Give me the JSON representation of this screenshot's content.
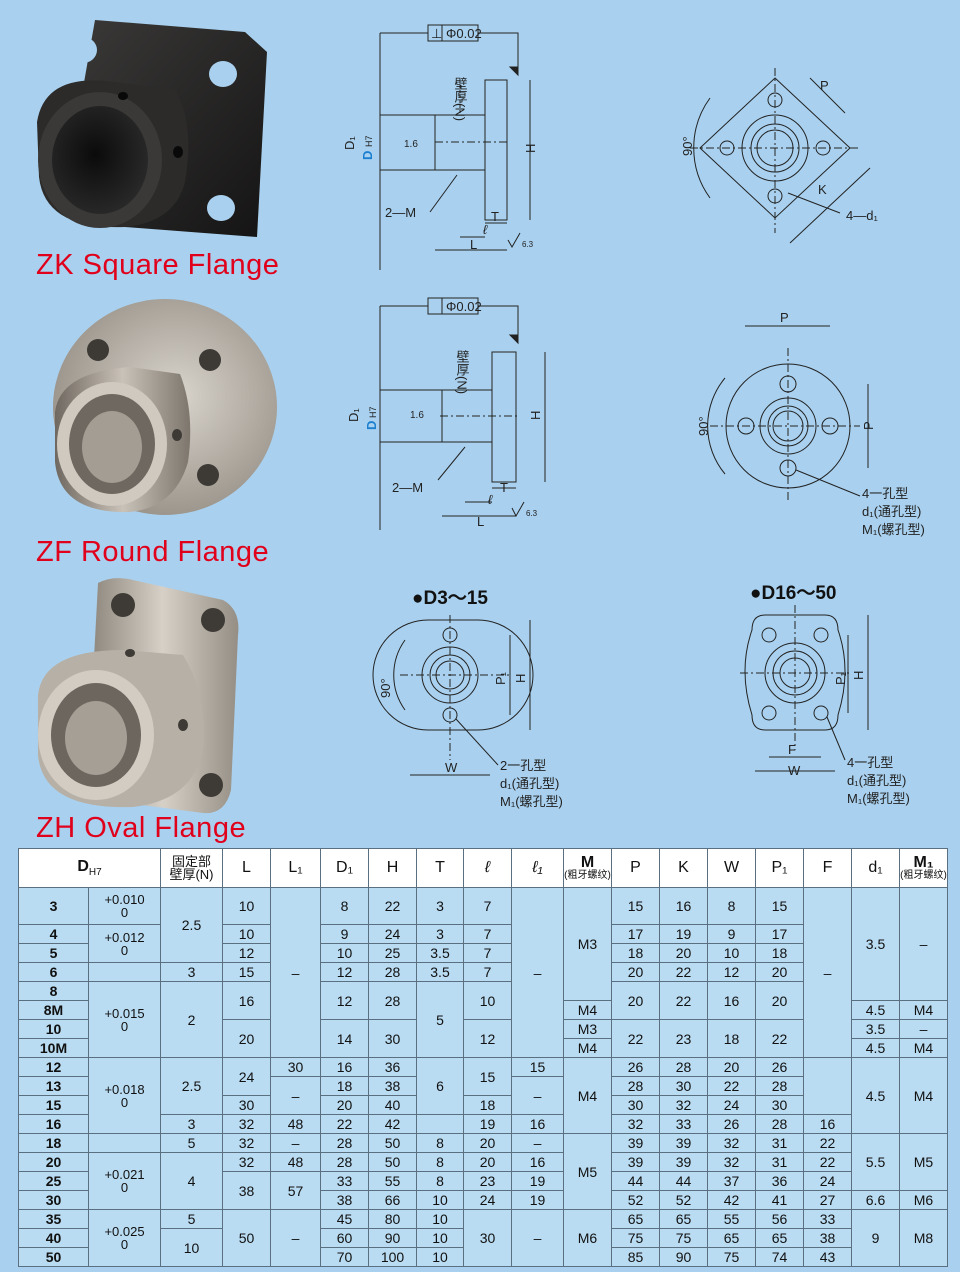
{
  "labels": {
    "zk": "ZK Square Flange",
    "zf": "ZF Round Flange",
    "zh": "ZH Oval Flange"
  },
  "drawing1": {
    "perp": "⊥",
    "phi": "Φ0.02",
    "wall": "壁厚(N)",
    "d1": "D₁",
    "dh7": "D",
    "h7": "H7",
    "r16": "1.6",
    "h": "H",
    "m": "2—M",
    "t": "T",
    "l_small": "ℓ",
    "l": "L",
    "finish": "√",
    "finish_val": "6.3",
    "p": "P",
    "k": "K",
    "angle": "90°",
    "holes": "4—d₁"
  },
  "drawing2": {
    "phi": "Φ0.02",
    "wall": "壁厚(N)",
    "d1": "D₁",
    "dh7": "D",
    "h7": "H7",
    "r16": "1.6",
    "h": "H",
    "m": "2—M",
    "t": "T",
    "l_small": "ℓ",
    "l": "L",
    "finish_val": "6.3",
    "p_top": "P",
    "p_side": "P",
    "angle": "90°",
    "hole_type": "4一孔型",
    "through": "d₁(通孔型)",
    "thread": "M₁(螺孔型)"
  },
  "drawing3": {
    "title_left": "●D3～15",
    "title_right": "●D16～50",
    "angle": "90°",
    "p1": "P₁",
    "h": "H",
    "w": "W",
    "f": "F",
    "left_hole_type": "2一孔型",
    "left_through": "d₁(通孔型)",
    "left_thread": "M₁(螺孔型)",
    "right_hole_type": "4一孔型",
    "right_through": "d₁(通孔型)",
    "right_thread": "M₁(螺孔型)"
  },
  "table": {
    "headers": {
      "d_main": "D",
      "d_sub": "H7",
      "wall1": "固定部",
      "wall2": "壁厚(N)",
      "L": "L",
      "L1": "L₁",
      "D1": "D₁",
      "H": "H",
      "T": "T",
      "l": "ℓ",
      "l1": "ℓ₁",
      "M": "M",
      "M_sub": "(粗牙螺纹)",
      "P": "P",
      "K": "K",
      "W": "W",
      "P1": "P₁",
      "F": "F",
      "d1": "d₁",
      "M1": "M₁",
      "M1_sub": "(粗牙螺纹)"
    },
    "d": [
      "3",
      "4",
      "5",
      "6",
      "8",
      "8M",
      "10",
      "10M",
      "12",
      "13",
      "15",
      "16",
      "18",
      "20",
      "25",
      "30",
      "35",
      "40",
      "50"
    ],
    "tol": [
      [
        "+0.010",
        "0"
      ],
      [
        "+0.012",
        "0"
      ],
      [
        "+0.015",
        "0"
      ],
      [
        "+0.018",
        "0"
      ],
      [
        "+0.021",
        "0"
      ],
      [
        "+0.025",
        "0"
      ]
    ],
    "wall": [
      "2.5",
      "3",
      "2",
      "2.5",
      "3",
      "5",
      "4",
      "5",
      "10"
    ],
    "L": [
      "10",
      "10",
      "12",
      "15",
      "16",
      "20",
      "24",
      "30",
      "32",
      "32",
      "32",
      "38",
      "50"
    ],
    "L1": [
      "–",
      "30",
      "–",
      "48",
      "–",
      "48",
      "57",
      "–"
    ],
    "D1": [
      "8",
      "9",
      "10",
      "12",
      "12",
      "14",
      "16",
      "18",
      "20",
      "22",
      "28",
      "28",
      "33",
      "38",
      "45",
      "60",
      "70"
    ],
    "H": [
      "22",
      "24",
      "25",
      "28",
      "28",
      "30",
      "36",
      "38",
      "40",
      "42",
      "50",
      "50",
      "55",
      "66",
      "80",
      "90",
      "100"
    ],
    "T": [
      "3",
      "3",
      "3.5",
      "3.5",
      "5",
      "6",
      "8",
      "8",
      "8",
      "10",
      "10",
      "10",
      "10"
    ],
    "l": [
      "7",
      "7",
      "7",
      "7",
      "10",
      "12",
      "15",
      "18",
      "19",
      "20",
      "20",
      "23",
      "24",
      "30"
    ],
    "l1": [
      "–",
      "15",
      "–",
      "16",
      "–",
      "16",
      "19",
      "19",
      "–"
    ],
    "M": [
      "M3",
      "M4",
      "M3",
      "M4",
      "M4",
      "M5",
      "M6"
    ],
    "P": [
      "15",
      "17",
      "18",
      "20",
      "20",
      "22",
      "26",
      "28",
      "30",
      "32",
      "39",
      "39",
      "44",
      "52",
      "65",
      "75",
      "85"
    ],
    "K": [
      "16",
      "19",
      "20",
      "22",
      "22",
      "23",
      "28",
      "30",
      "32",
      "33",
      "39",
      "39",
      "44",
      "52",
      "65",
      "75",
      "90"
    ],
    "W": [
      "8",
      "9",
      "10",
      "12",
      "16",
      "18",
      "20",
      "22",
      "24",
      "26",
      "32",
      "32",
      "37",
      "42",
      "55",
      "65",
      "75"
    ],
    "P1": [
      "15",
      "17",
      "18",
      "20",
      "20",
      "22",
      "26",
      "28",
      "30",
      "28",
      "31",
      "31",
      "36",
      "41",
      "56",
      "65",
      "74"
    ],
    "F": [
      "–",
      "16",
      "22",
      "22",
      "24",
      "27",
      "33",
      "38",
      "43"
    ],
    "d1": [
      "3.5",
      "4.5",
      "3.5",
      "4.5",
      "4.5",
      "5.5",
      "6.6",
      "9"
    ],
    "M1": [
      "–",
      "M4",
      "–",
      "M4",
      "M4",
      "M5",
      "M6",
      "M8"
    ]
  }
}
